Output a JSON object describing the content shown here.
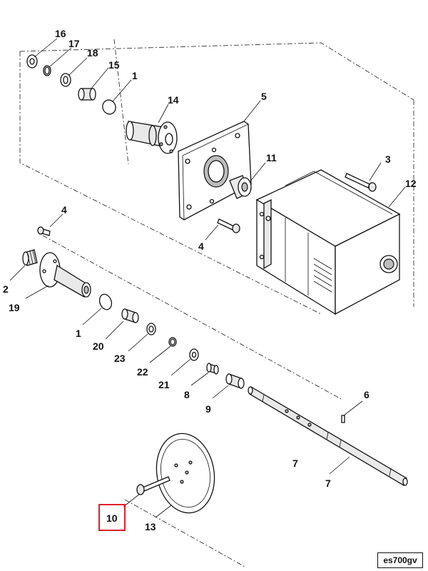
{
  "callouts": {
    "c1a": "1",
    "c1b": "1",
    "c2": "2",
    "c3": "3",
    "c4a": "4",
    "c4b": "4",
    "c5": "5",
    "c6": "6",
    "c7a": "7",
    "c7b": "7",
    "c8": "8",
    "c9": "9",
    "c10": "10",
    "c11": "11",
    "c12": "12",
    "c13": "13",
    "c14": "14",
    "c15": "15",
    "c16": "16",
    "c17": "17",
    "c18": "18",
    "c19": "19",
    "c20": "20",
    "c21": "21",
    "c22": "22",
    "c23": "23"
  },
  "highlighted_callout": "10",
  "reference_code": "es700gv",
  "colors": {
    "highlight": "#e0202a",
    "line": "#111111"
  }
}
